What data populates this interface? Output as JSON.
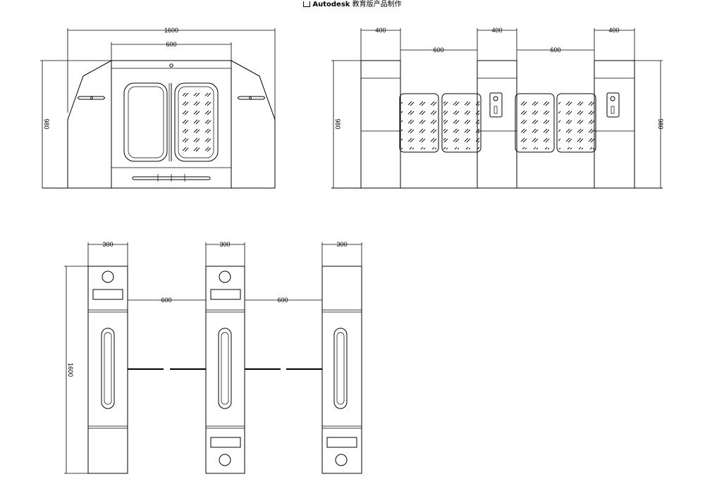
{
  "watermark": {
    "brand": "Autodesk",
    "suffix": "教育版产品制作"
  },
  "front_view": {
    "dim_total_width": "1600",
    "dim_center_width": "600",
    "dim_height": "980"
  },
  "side_view": {
    "dim_post1_width": "400",
    "dim_post2_width": "400",
    "dim_post3_width": "400",
    "dim_gap1": "600",
    "dim_gap2": "600",
    "dim_height_left": "980",
    "dim_height_right": "980"
  },
  "top_view": {
    "dim_post1_width": "300",
    "dim_post2_width": "300",
    "dim_post3_width": "300",
    "dim_gap1": "600",
    "dim_gap2": "600",
    "dim_length": "1600"
  }
}
